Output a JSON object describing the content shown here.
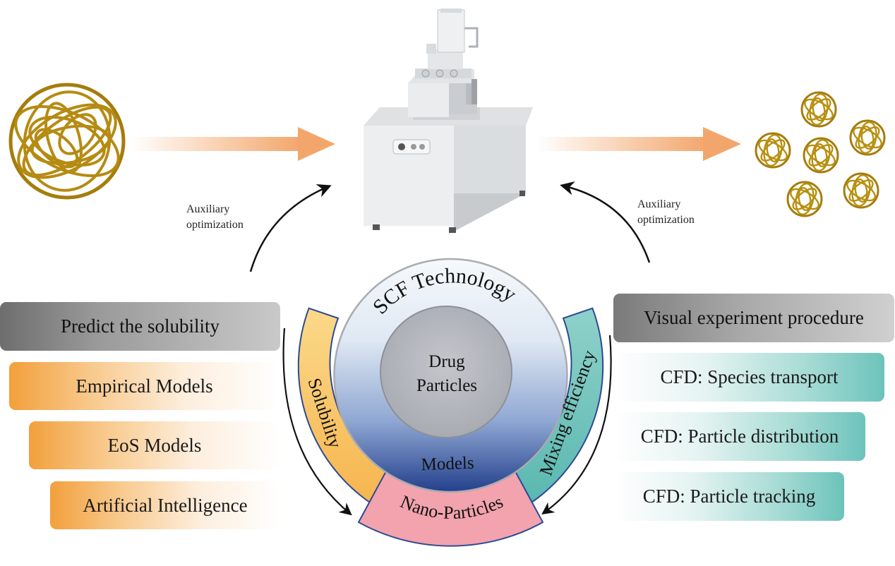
{
  "center": {
    "ring_label": "SCF Technology",
    "core_label_line1": "Drug",
    "core_label_line2": "Particles",
    "bottom_label": "Models",
    "left_arc_label": "Solubility",
    "right_arc_label": "Mixing efficiency",
    "base_label": "Nano-Particles"
  },
  "left_panel": {
    "header": "Predict the solubility",
    "items": [
      "Empirical Models",
      "EoS Models",
      "Artificial Intelligence"
    ]
  },
  "right_panel": {
    "header": "Visual experiment procedure",
    "items": [
      "CFD: Species transport",
      "CFD: Particle distribution",
      "CFD: Particle tracking"
    ]
  },
  "annotations": {
    "left_aux_line1": "Auxiliary",
    "left_aux_line2": "optimization",
    "right_aux_line1": "Auxiliary",
    "right_aux_line2": "optimization"
  },
  "colors": {
    "solubility_arc": "#f7c461",
    "mixing_arc": "#5ab8b0",
    "nano_band": "#f2a3ae",
    "ring_top": "#f4f8fc",
    "ring_bottom": "#2c4a93",
    "core": "#b7b9c0",
    "arrow_orange": "#f3a66c"
  },
  "icons": [
    "yarn-ball-icon-large",
    "microscope-machine-icon",
    "nanoparticle-cluster-icon"
  ]
}
